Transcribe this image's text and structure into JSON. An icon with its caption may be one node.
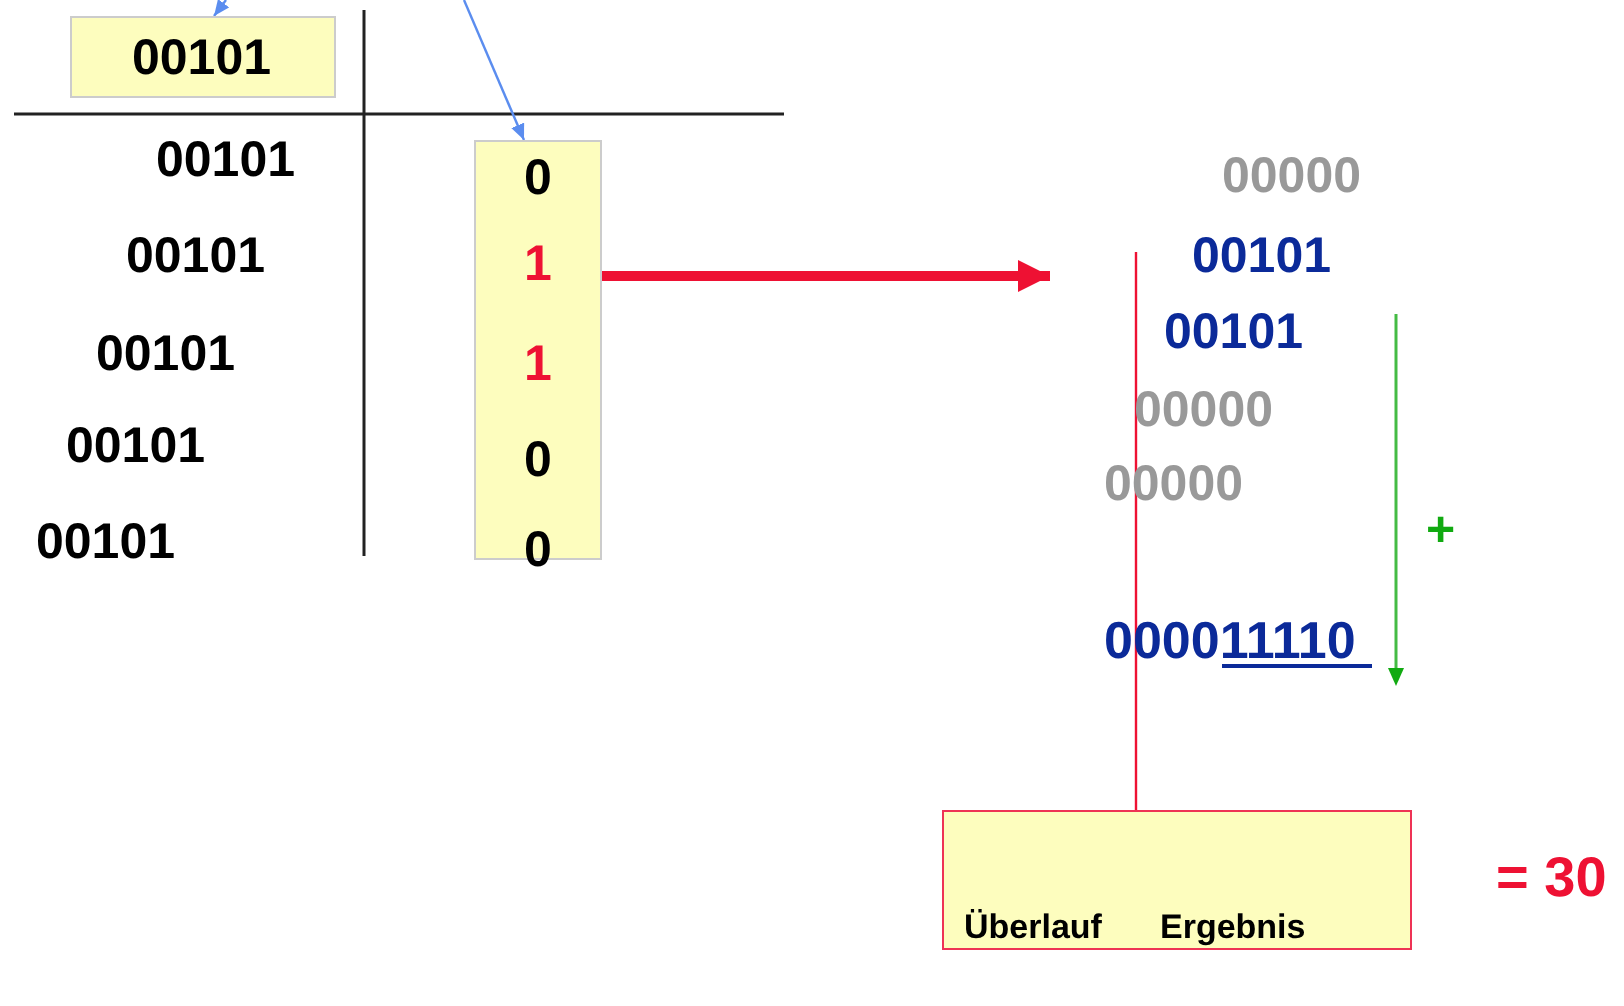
{
  "diagram": {
    "nodes": [
      {
        "text": [
          "00101"
        ]
      },
      {
        "text": [
          "0",
          "1",
          "1",
          "0",
          "0"
        ]
      },
      {
        "text": [
          "Überlauf",
          "Ergebnis"
        ]
      }
    ],
    "edges": [
      {
        "from": null,
        "to": 0,
        "arrow": "to"
      },
      {
        "from": null,
        "to": 1,
        "arrow": "to"
      },
      {
        "from": 1,
        "to": null,
        "arrow": "to",
        "style": "thick",
        "color": "#ee1133"
      }
    ],
    "labels": [
      "00101",
      "00101",
      "00101",
      "00101",
      "00101",
      "00000",
      "00101",
      "00101",
      "00000",
      "00000",
      "000011110",
      "+",
      "= 30"
    ]
  }
}
